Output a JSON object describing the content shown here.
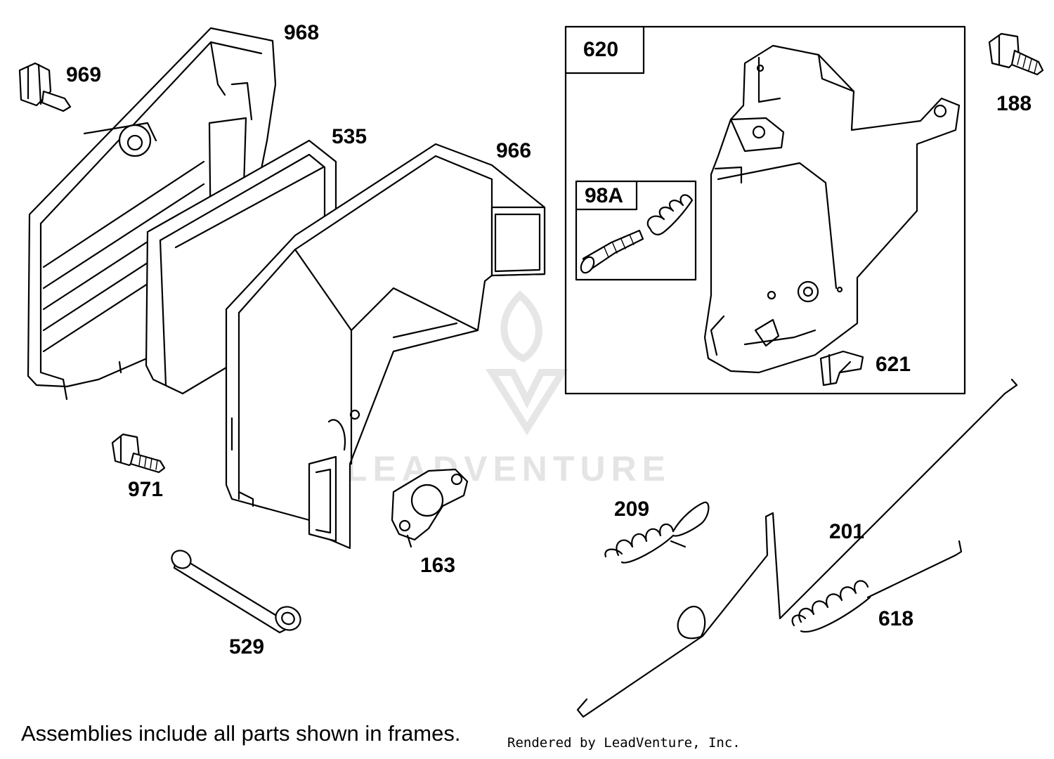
{
  "parts": [
    {
      "id": "p968",
      "number": "968"
    },
    {
      "id": "p969",
      "number": "969"
    },
    {
      "id": "p535",
      "number": "535"
    },
    {
      "id": "p966",
      "number": "966"
    },
    {
      "id": "p971",
      "number": "971"
    },
    {
      "id": "p163",
      "number": "163"
    },
    {
      "id": "p529",
      "number": "529"
    },
    {
      "id": "p620",
      "number": "620"
    },
    {
      "id": "p98a",
      "number": "98A"
    },
    {
      "id": "p621",
      "number": "621"
    },
    {
      "id": "p188",
      "number": "188"
    },
    {
      "id": "p209",
      "number": "209"
    },
    {
      "id": "p201",
      "number": "201"
    },
    {
      "id": "p618",
      "number": "618"
    }
  ],
  "footer": {
    "note": "Assemblies include all parts shown in frames.",
    "credit": "Rendered by LeadVenture, Inc."
  },
  "watermark": {
    "text": "LEADVENTURE",
    "color": "#e4e4e4"
  }
}
